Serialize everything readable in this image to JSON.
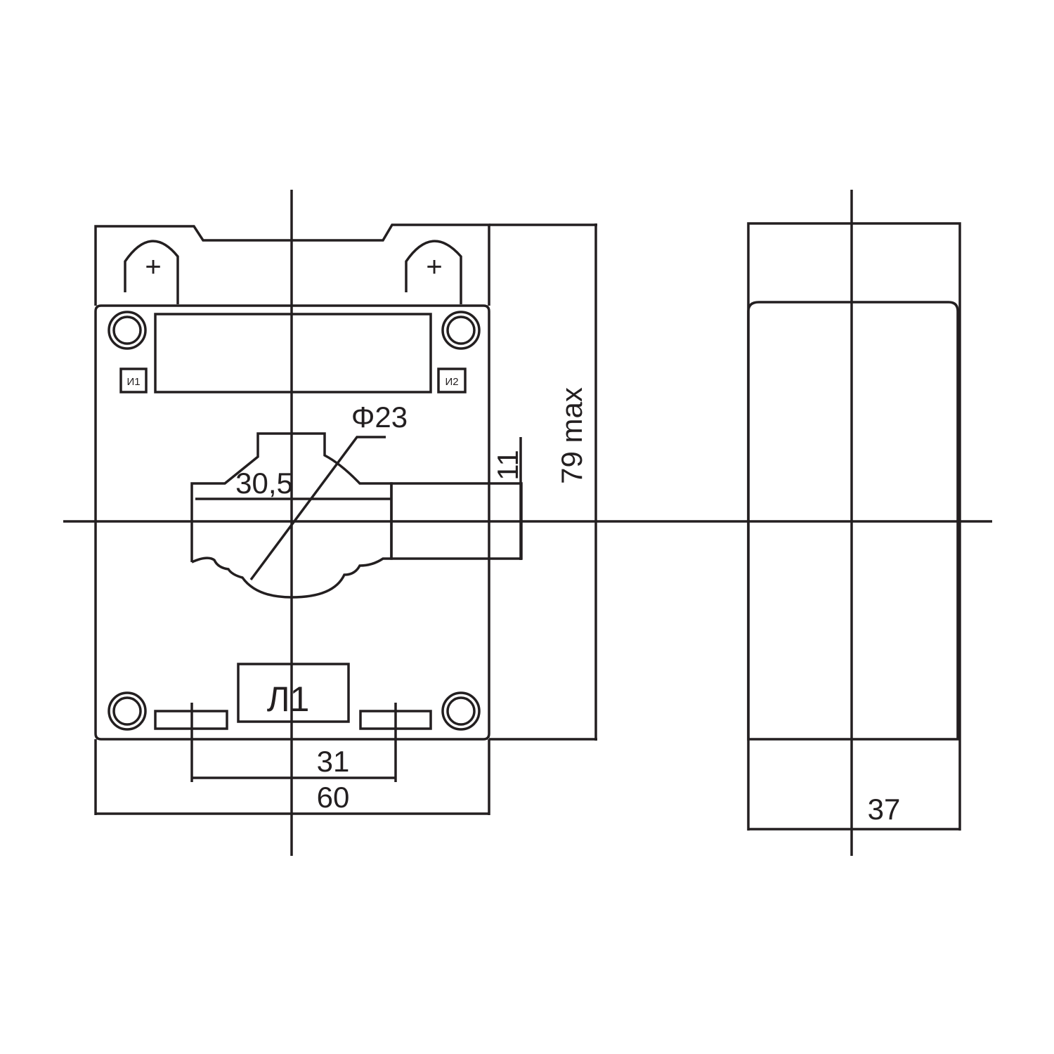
{
  "front_view": {
    "terminal_symbol": "+",
    "label_i1": "И1",
    "label_i2": "И2",
    "label_l1": "Л1",
    "dim_diameter": "Φ23",
    "dim_window_width": "30,5",
    "dim_offset": "11",
    "dim_height": "79 max",
    "dim_mount_spacing": "31",
    "dim_width": "60"
  },
  "side_view": {
    "dim_depth": "37"
  },
  "colors": {
    "line": "#231f20",
    "background": "#ffffff"
  }
}
